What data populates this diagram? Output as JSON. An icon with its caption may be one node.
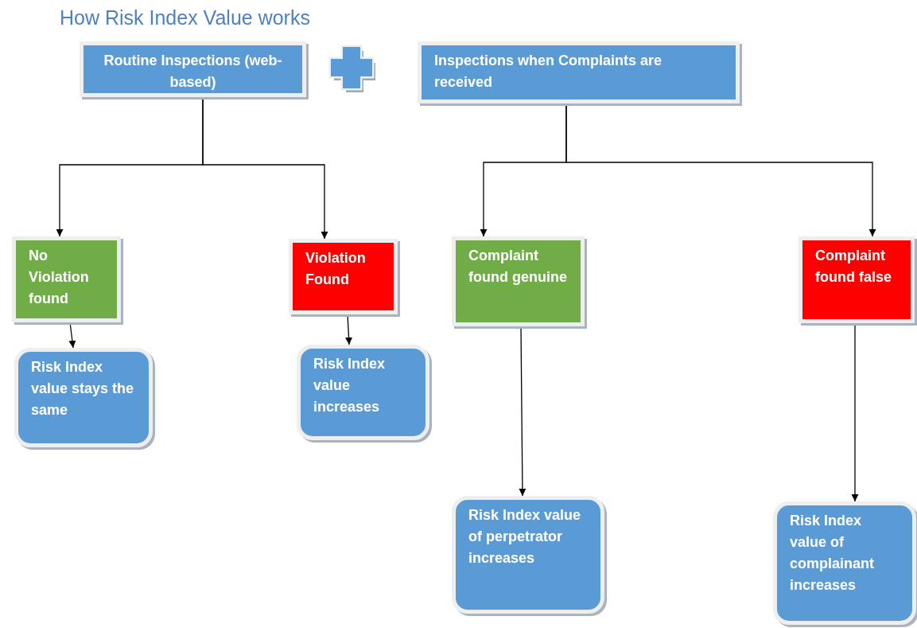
{
  "diagram": {
    "title": "How Risk Index Value works",
    "nodes": [
      {
        "text": [
          "Routine Inspections (web-based)"
        ]
      },
      {
        "text": [
          "Inspections when Complaints are received"
        ]
      },
      {
        "text": [
          "No Violation found"
        ]
      },
      {
        "text": [
          "Violation Found"
        ]
      },
      {
        "text": [
          "Complaint found genuine"
        ]
      },
      {
        "text": [
          "Complaint found false"
        ]
      },
      {
        "text": [
          "Risk Index value stays the same"
        ]
      },
      {
        "text": [
          "Risk Index value increases"
        ]
      },
      {
        "text": [
          "Risk Index value of perpetrator increases"
        ]
      },
      {
        "text": [
          "Risk Index value of complainant increases"
        ]
      }
    ],
    "edges": [
      {
        "from": 0,
        "to": 2,
        "arrow": "to"
      },
      {
        "from": 0,
        "to": 3,
        "arrow": "to"
      },
      {
        "from": 1,
        "to": 4,
        "arrow": "to"
      },
      {
        "from": 1,
        "to": 5,
        "arrow": "to"
      },
      {
        "from": 2,
        "to": 6,
        "arrow": "to"
      },
      {
        "from": 3,
        "to": 7,
        "arrow": "to"
      },
      {
        "from": 4,
        "to": 8,
        "arrow": "to"
      },
      {
        "from": 5,
        "to": 9,
        "arrow": "to"
      }
    ]
  }
}
